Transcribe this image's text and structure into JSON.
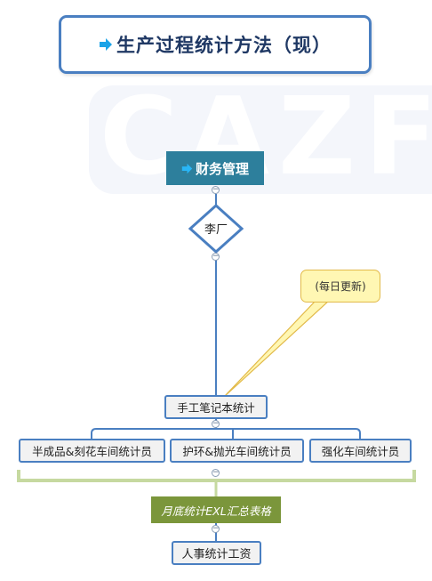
{
  "title": {
    "text": "生产过程统计方法（现）"
  },
  "watermark": {
    "text": "CAZFZ"
  },
  "nodes": {
    "root": "财务管理",
    "factory": "李厂",
    "callout": "(每日更新)",
    "notebook": "手工笔记本统计",
    "workshops": [
      "半成品&刻花车间统计员",
      "护环&抛光车间统计员",
      "强化车间统计员"
    ],
    "monthly": "月底统计EXL汇总表格",
    "hr": "人事统计工资"
  },
  "colors": {
    "title_border": "#4a7fc1",
    "root_fill": "#2d7f9c",
    "arrow": "#1aa3e8",
    "connector": "#4a7fc1",
    "bracket": "#c6d9a0",
    "monthly_fill": "#7b963b",
    "callout_fill": "#fff7b3"
  },
  "icons": {
    "title_arrow": "arrow-right-icon",
    "root_arrow": "arrow-right-icon"
  }
}
